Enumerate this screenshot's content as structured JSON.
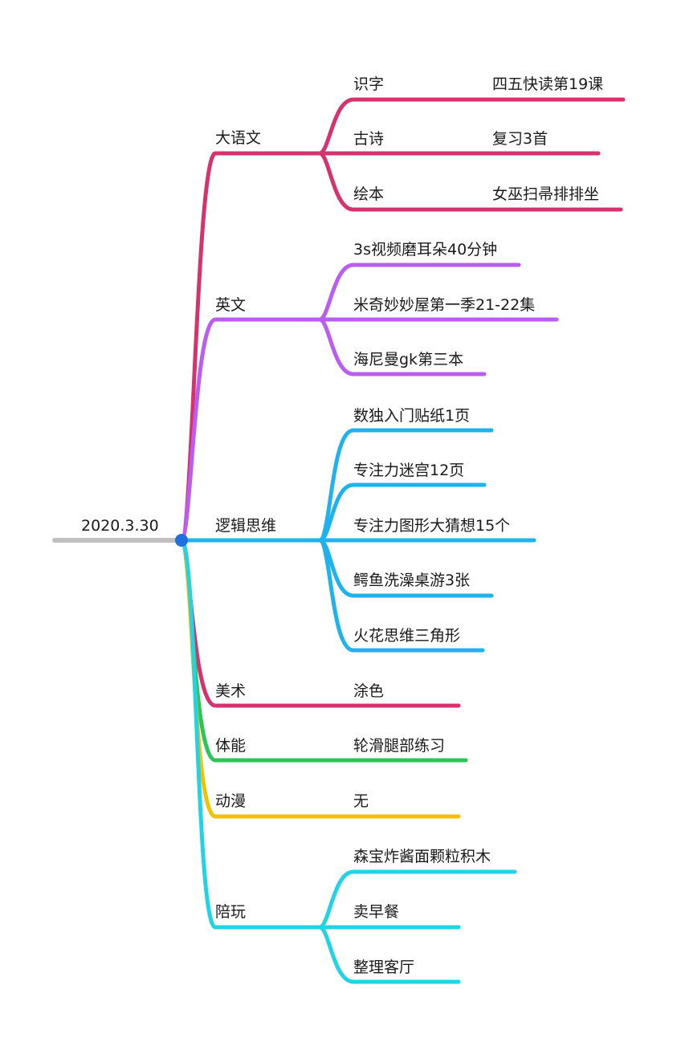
{
  "root": {
    "label": "2020.3.30",
    "line_color": "#c0c0c0",
    "node_color": "#1f6fe0"
  },
  "branches": [
    {
      "label": "大语文",
      "color": "#d6336c",
      "children": [
        {
          "label": "识字",
          "note": "四五快读第19课"
        },
        {
          "label": "古诗",
          "note": "复习3首"
        },
        {
          "label": "绘本",
          "note": "女巫扫帚排排坐"
        }
      ]
    },
    {
      "label": "英文",
      "color": "#b95ef0",
      "children": [
        {
          "label": "3s视频磨耳朵40分钟"
        },
        {
          "label": "米奇妙妙屋第一季21-22集"
        },
        {
          "label": "海尼曼gk第三本"
        }
      ]
    },
    {
      "label": "逻辑思维",
      "color": "#1fb2ec",
      "children": [
        {
          "label": "数独入门贴纸1页"
        },
        {
          "label": "专注力迷宫12页"
        },
        {
          "label": "专注力图形大猜想15个"
        },
        {
          "label": "鳄鱼洗澡桌游3张"
        },
        {
          "label": "火花思维三角形"
        }
      ]
    },
    {
      "label": "美术",
      "color": "#d6336c",
      "children": [
        {
          "label": "涂色"
        }
      ]
    },
    {
      "label": "体能",
      "color": "#2cc55a",
      "children": [
        {
          "label": "轮滑腿部练习"
        }
      ]
    },
    {
      "label": "动漫",
      "color": "#f2c200",
      "children": [
        {
          "label": "无"
        }
      ]
    },
    {
      "label": "陪玩",
      "color": "#22d3e6",
      "children": [
        {
          "label": "森宝炸酱面颗粒积木"
        },
        {
          "label": "卖早餐"
        },
        {
          "label": "整理客厅"
        }
      ]
    }
  ]
}
